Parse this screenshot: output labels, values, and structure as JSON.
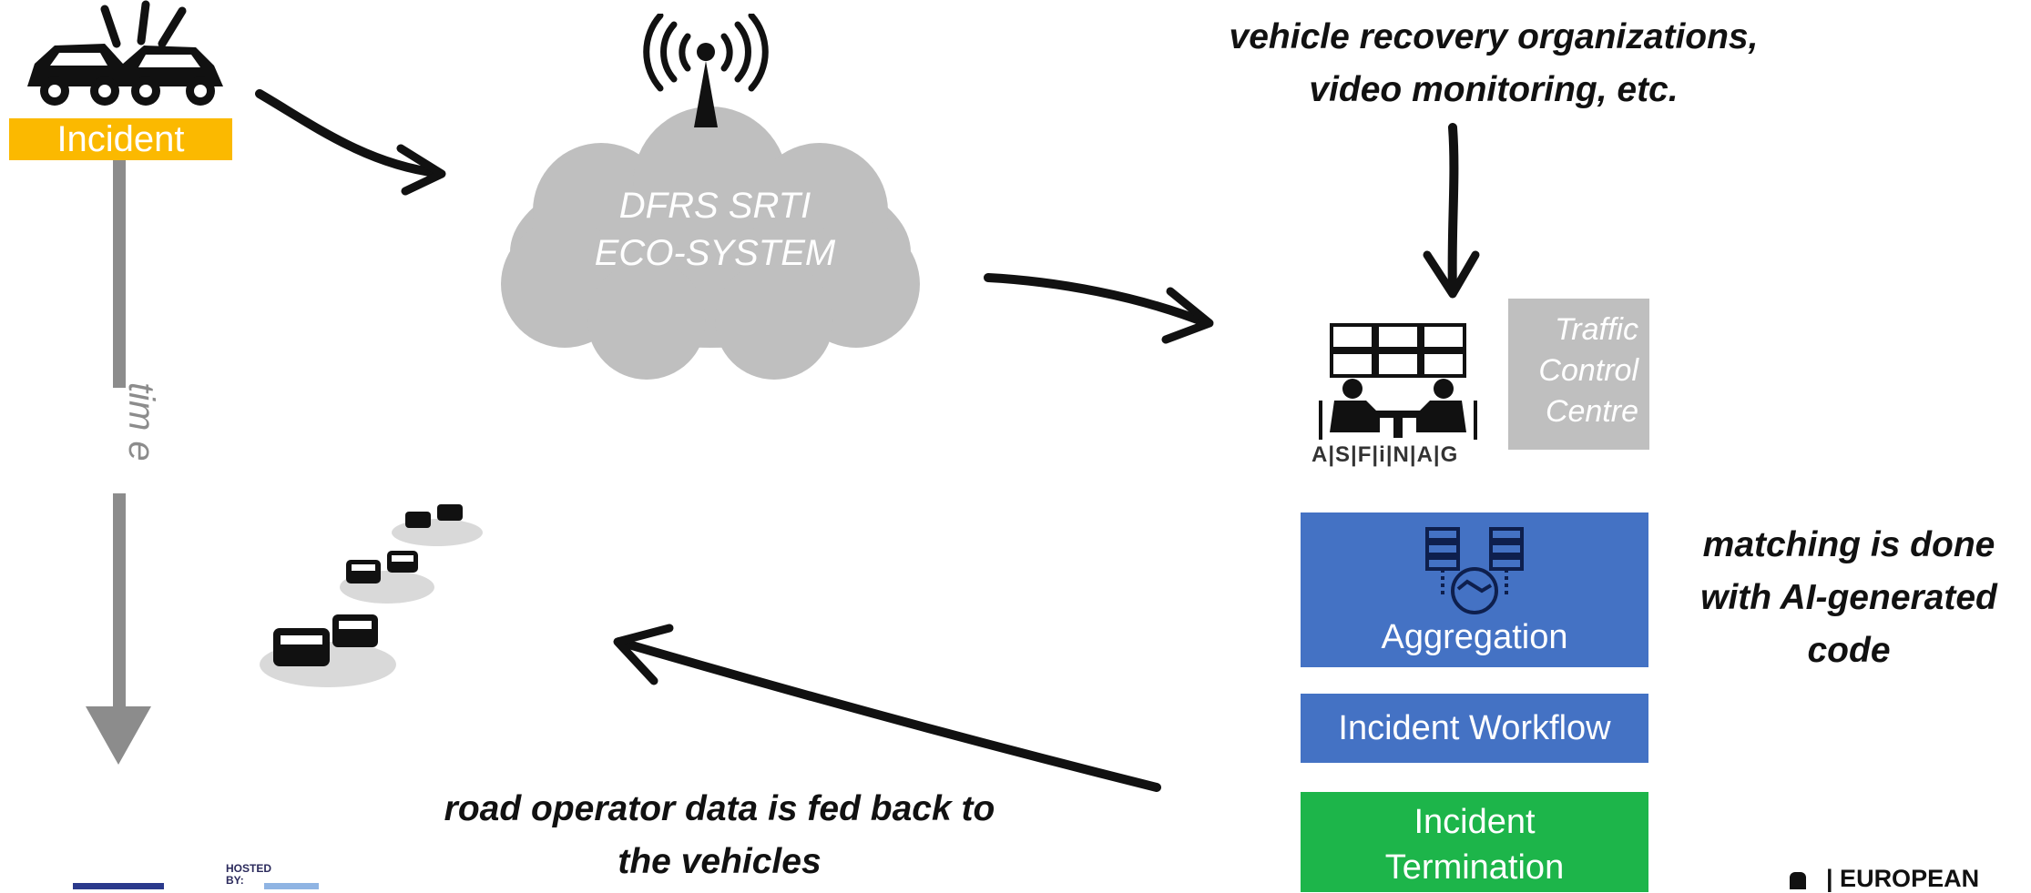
{
  "incident": {
    "label": "Incident"
  },
  "cloud": {
    "line1": "DFRS SRTI",
    "line2": "ECO-SYSTEM"
  },
  "top_caption": {
    "line1": "vehicle recovery organizations,",
    "line2": "video monitoring, etc."
  },
  "tcc": {
    "line1": "Traffic",
    "line2": "Control",
    "line3": "Centre",
    "logo": "A|S|F|i|N|A|G"
  },
  "boxes": {
    "aggregation": "Aggregation",
    "workflow": "Incident Workflow",
    "termination_line1": "Incident",
    "termination_line2": "Termination"
  },
  "ai_caption": {
    "line1": "matching is done",
    "line2": "with AI-generated",
    "line3": "code"
  },
  "feedback_caption": {
    "line1": "road operator data is fed back to",
    "line2": "the vehicles"
  },
  "time_axis": {
    "label": "tim e"
  },
  "footer": {
    "hosted_by": "HOSTED BY:",
    "european": "| EUROPEAN"
  },
  "colors": {
    "incident": "#fbb900",
    "cloud": "#bfbfbf",
    "blue_box": "#4472c4",
    "green_box": "#1db54a",
    "tcc_box": "#bfbfbf",
    "time_arrow": "#8c8c8c"
  },
  "icons": [
    "crashed-cars-icon",
    "antenna-icon",
    "control-room-icon",
    "server-handshake-icon",
    "car-queue-icon"
  ]
}
